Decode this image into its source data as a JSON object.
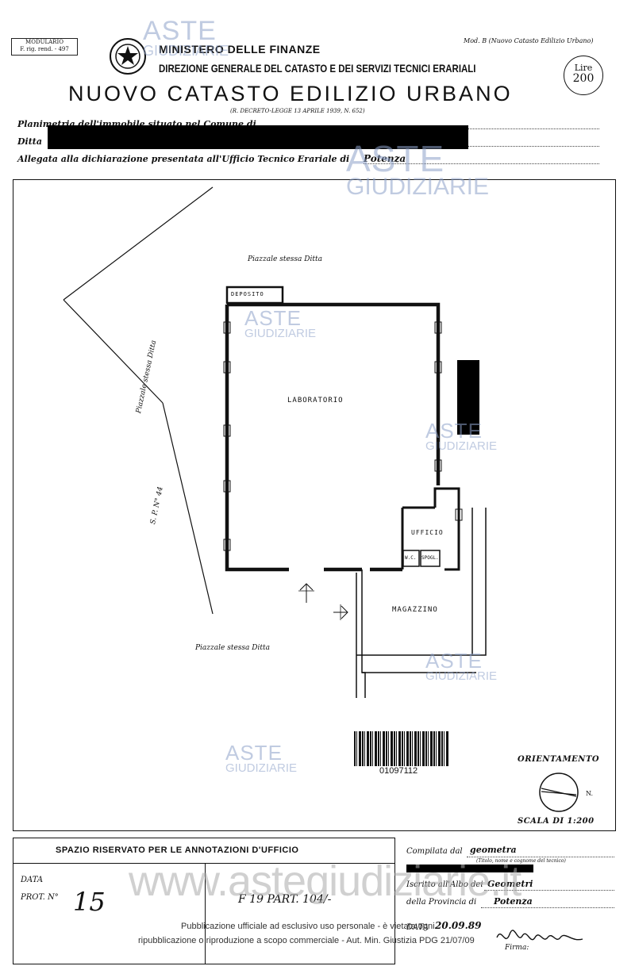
{
  "header": {
    "modulario_label": "MODULARIO",
    "modulario_code": "F. rig. rend. - 497",
    "ministry": "MINISTERO DELLE FINANZE",
    "direction": "DIREZIONE GENERALE DEL CATASTO E DEI SERVIZI TECNICI ERARIALI",
    "title": "NUOVO CATASTO EDILIZIO URBANO",
    "decree": "(R. DECRETO-LEGGE 13 APRILE 1939, N. 652)",
    "mod": "Mod. B (Nuovo Catasto Edilizio Urbano)",
    "price_label": "Lire",
    "price_value": "200"
  },
  "form": {
    "planimetria_label": "Planimetria dell'immobile situato nel Comune di",
    "ditta_label": "Ditta",
    "allegata_label": "Allegata alla dichiarazione presentata all'Ufficio Tecnico Erariale di",
    "allegata_value": "Potenza"
  },
  "plan": {
    "top_area": "Piazzale stessa Ditta",
    "left_area": "Piazzale stessa Ditta",
    "road": "S. P. N° 44",
    "bottom_area": "Piazzale stessa Ditta",
    "rooms": {
      "deposito": "DEPOSITO",
      "laboratorio": "LABORATORIO",
      "ufficio": "UFFICIO",
      "wc": "W.C.",
      "spogl": "SPOGL.",
      "magazzino": "MAGAZZINO"
    },
    "barcode_number": "01097112",
    "orientation_label": "ORIENTAMENTO",
    "north": "N.",
    "scale": "SCALA DI 1:200"
  },
  "footer": {
    "reserved_title": "SPAZIO RISERVATO PER LE ANNOTAZIONI D'UFFICIO",
    "data_label": "DATA",
    "prot_label": "PROT. N°",
    "prot_value": "15",
    "foglio_value": "F 19 PART. 104/-",
    "compilata_label": "Compilata dal",
    "compilata_value": "geometra",
    "compilata_note": "(Titolo, nome e cognome del tecnico)",
    "iscritto_label": "Iscritto all'Albo dei",
    "iscritto_value": "Geometri",
    "provincia_label": "della Provincia di",
    "provincia_value": "Potenza",
    "data2_label": "DATA",
    "data2_value": "20.09.89",
    "firma_label": "Firma:"
  },
  "watermark": {
    "aste": "ASTE",
    "giudiziarie": "GIUDIZIARIE",
    "site": "www.astegiudiziarie.it",
    "notice_line1": "Pubblicazione ufficiale ad esclusivo uso personale - è vietata ogni",
    "notice_line2": "ripubblicazione o riproduzione a scopo commerciale - Aut. Min. Giustizia PDG 21/07/09"
  }
}
